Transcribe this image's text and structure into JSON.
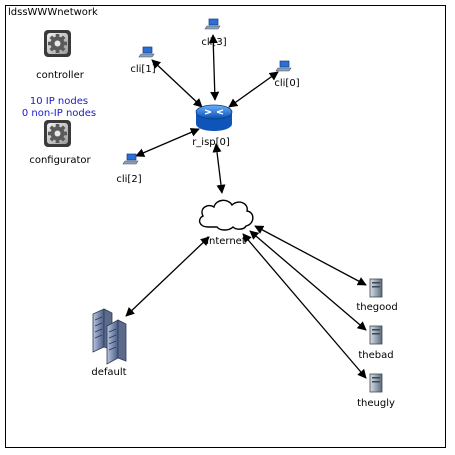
{
  "network": {
    "title": "ldssWWWnetwork",
    "stats": {
      "ip_nodes": "10 IP nodes",
      "non_ip_nodes": "0 non-IP nodes",
      "color": "#1a1acc"
    }
  },
  "modules": {
    "controller": "controller",
    "configurator": "configurator"
  },
  "nodes": {
    "cli3": "cli[3]",
    "cli1": "cli[1]",
    "cli0": "cli[0]",
    "cli2": "cli[2]",
    "r_isp": "r_isp[0]",
    "internet": "internet",
    "default": "default",
    "thegood": "thegood",
    "thebad": "thebad",
    "theugly": "theugly"
  },
  "links": [
    [
      "cli3",
      "r_isp"
    ],
    [
      "cli1",
      "r_isp"
    ],
    [
      "cli0",
      "r_isp"
    ],
    [
      "cli2",
      "r_isp"
    ],
    [
      "r_isp",
      "internet"
    ],
    [
      "internet",
      "default"
    ],
    [
      "internet",
      "thegood"
    ],
    [
      "internet",
      "thebad"
    ],
    [
      "internet",
      "theugly"
    ]
  ]
}
